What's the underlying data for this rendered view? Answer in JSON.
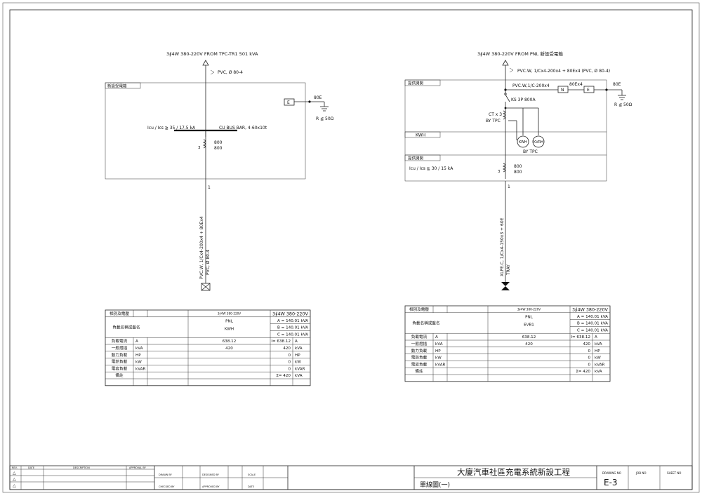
{
  "left": {
    "source": "3∮4W 380-220V FROM TPC-TR1  501 kVA",
    "conduit": "PVC, Ø 80-4",
    "box_label": "新設受電箱",
    "ground_e": "E",
    "ground_code": "80E",
    "ground_r": "R ≦ 50Ω",
    "icu": "Icu / Ics  ≧   35 / 17.5 kA",
    "busbar": "CU BUS BAR, 4-60x10t",
    "ct_num": "800",
    "ct_den": "800",
    "circuit_no": "1",
    "feeder_cable": "PVC.W, 1/Cx4-200x4 + 80Ex4",
    "feeder_conduit": "PVC, Ø 80-4"
  },
  "right": {
    "source": "3∮4W 380-220V FROM PNL 新設受電箱",
    "conduit": "PVC.W, 1/Cx4-200x4 + 80Ex4 (PVC, Ø 80-4)",
    "box_label": "提供開関",
    "inner_cable": "PVC.W,1/C-200x4",
    "neutral": "N",
    "ground_e": "E",
    "neutral_code": "80Ex4",
    "ground_code": "80E",
    "ground_r": "R ≦ 50Ω",
    "breaker": "KS 3P 800A",
    "ct": "CT x 3",
    "ct_by": "BY TPC",
    "kwh_label": "KWH",
    "meter_kwh": "KWH",
    "meter_kvrh": "KVRH",
    "meter_by": "BY TPC",
    "box2_label": "提供開関",
    "icu": "Icu / Ics  ≧   30 / 15 kA",
    "ct_num": "800",
    "ct_den": "800",
    "circuit_no": "1",
    "feeder_cable": "XLPE.C, 1/Cx4-150x3 + 60E",
    "tray": "TRAY"
  },
  "table_left": {
    "r0": [
      "相別及電壓",
      "",
      "3∮4W 380-220V",
      "",
      "3∮4W 380-220V"
    ],
    "name_label": "負載名稱或盤名",
    "name_val1": "PNL",
    "name_val2": "KWH",
    "abc": [
      "A = 140.01   kVA",
      "B = 140.01   kVA",
      "C = 140.01   kVA"
    ],
    "rows": [
      [
        "負載電流",
        "A",
        "638.12",
        "I= 638.12",
        "A"
      ],
      [
        "一般燈插",
        "kVA",
        "420",
        "420",
        "kVA"
      ],
      [
        "動力負載",
        "HP",
        "",
        "0",
        "HP"
      ],
      [
        "電熱負載",
        "kW",
        "",
        "0",
        "kW"
      ],
      [
        "電容負載",
        "kVAR",
        "",
        "0",
        "kVAR"
      ],
      [
        "備註",
        "",
        "",
        "Σ= 420",
        "kVA"
      ]
    ]
  },
  "table_right": {
    "r0": [
      "相別及電壓",
      "",
      "3∮4W 380-220V",
      "",
      "3∮4W 380-220V"
    ],
    "name_label": "負載名稱或盤名",
    "name_val1": "PNL",
    "name_val2": "EVB1",
    "abc": [
      "A = 140.01   kVA",
      "B = 140.01   kVA",
      "C = 140.01   kVA"
    ],
    "rows": [
      [
        "負載電流",
        "A",
        "638.12",
        "I= 638.12",
        "A"
      ],
      [
        "一般燈插",
        "kVA",
        "420",
        "420",
        "kVA"
      ],
      [
        "動力負載",
        "HP",
        "",
        "0",
        "HP"
      ],
      [
        "電熱負載",
        "kW",
        "",
        "0",
        "kW"
      ],
      [
        "電容負載",
        "kVAR",
        "",
        "0",
        "kVAR"
      ],
      [
        "備註",
        "",
        "",
        "Σ= 420",
        "kVA"
      ]
    ]
  },
  "title_block": {
    "rev_headers": [
      "REV.",
      "DATE",
      "DESCRIPTION",
      "APPROVAL BY"
    ],
    "revs": [
      "△",
      "△",
      "△"
    ],
    "drawn": "DRAWN BY",
    "designed": "DESIGNED BY",
    "checked": "CHECKED BY",
    "approved": "APPROVED BY",
    "scale": "SCALE",
    "date": "DATE",
    "project": "大廈汽車社區充電系統新設工程",
    "sheet_title": "單線圖(一)",
    "drawing_no_label": "DRAWING NO",
    "drawing_no": "E-3",
    "job_no_label": "JOB NO",
    "sheet_no_label": "SHEET NO"
  }
}
